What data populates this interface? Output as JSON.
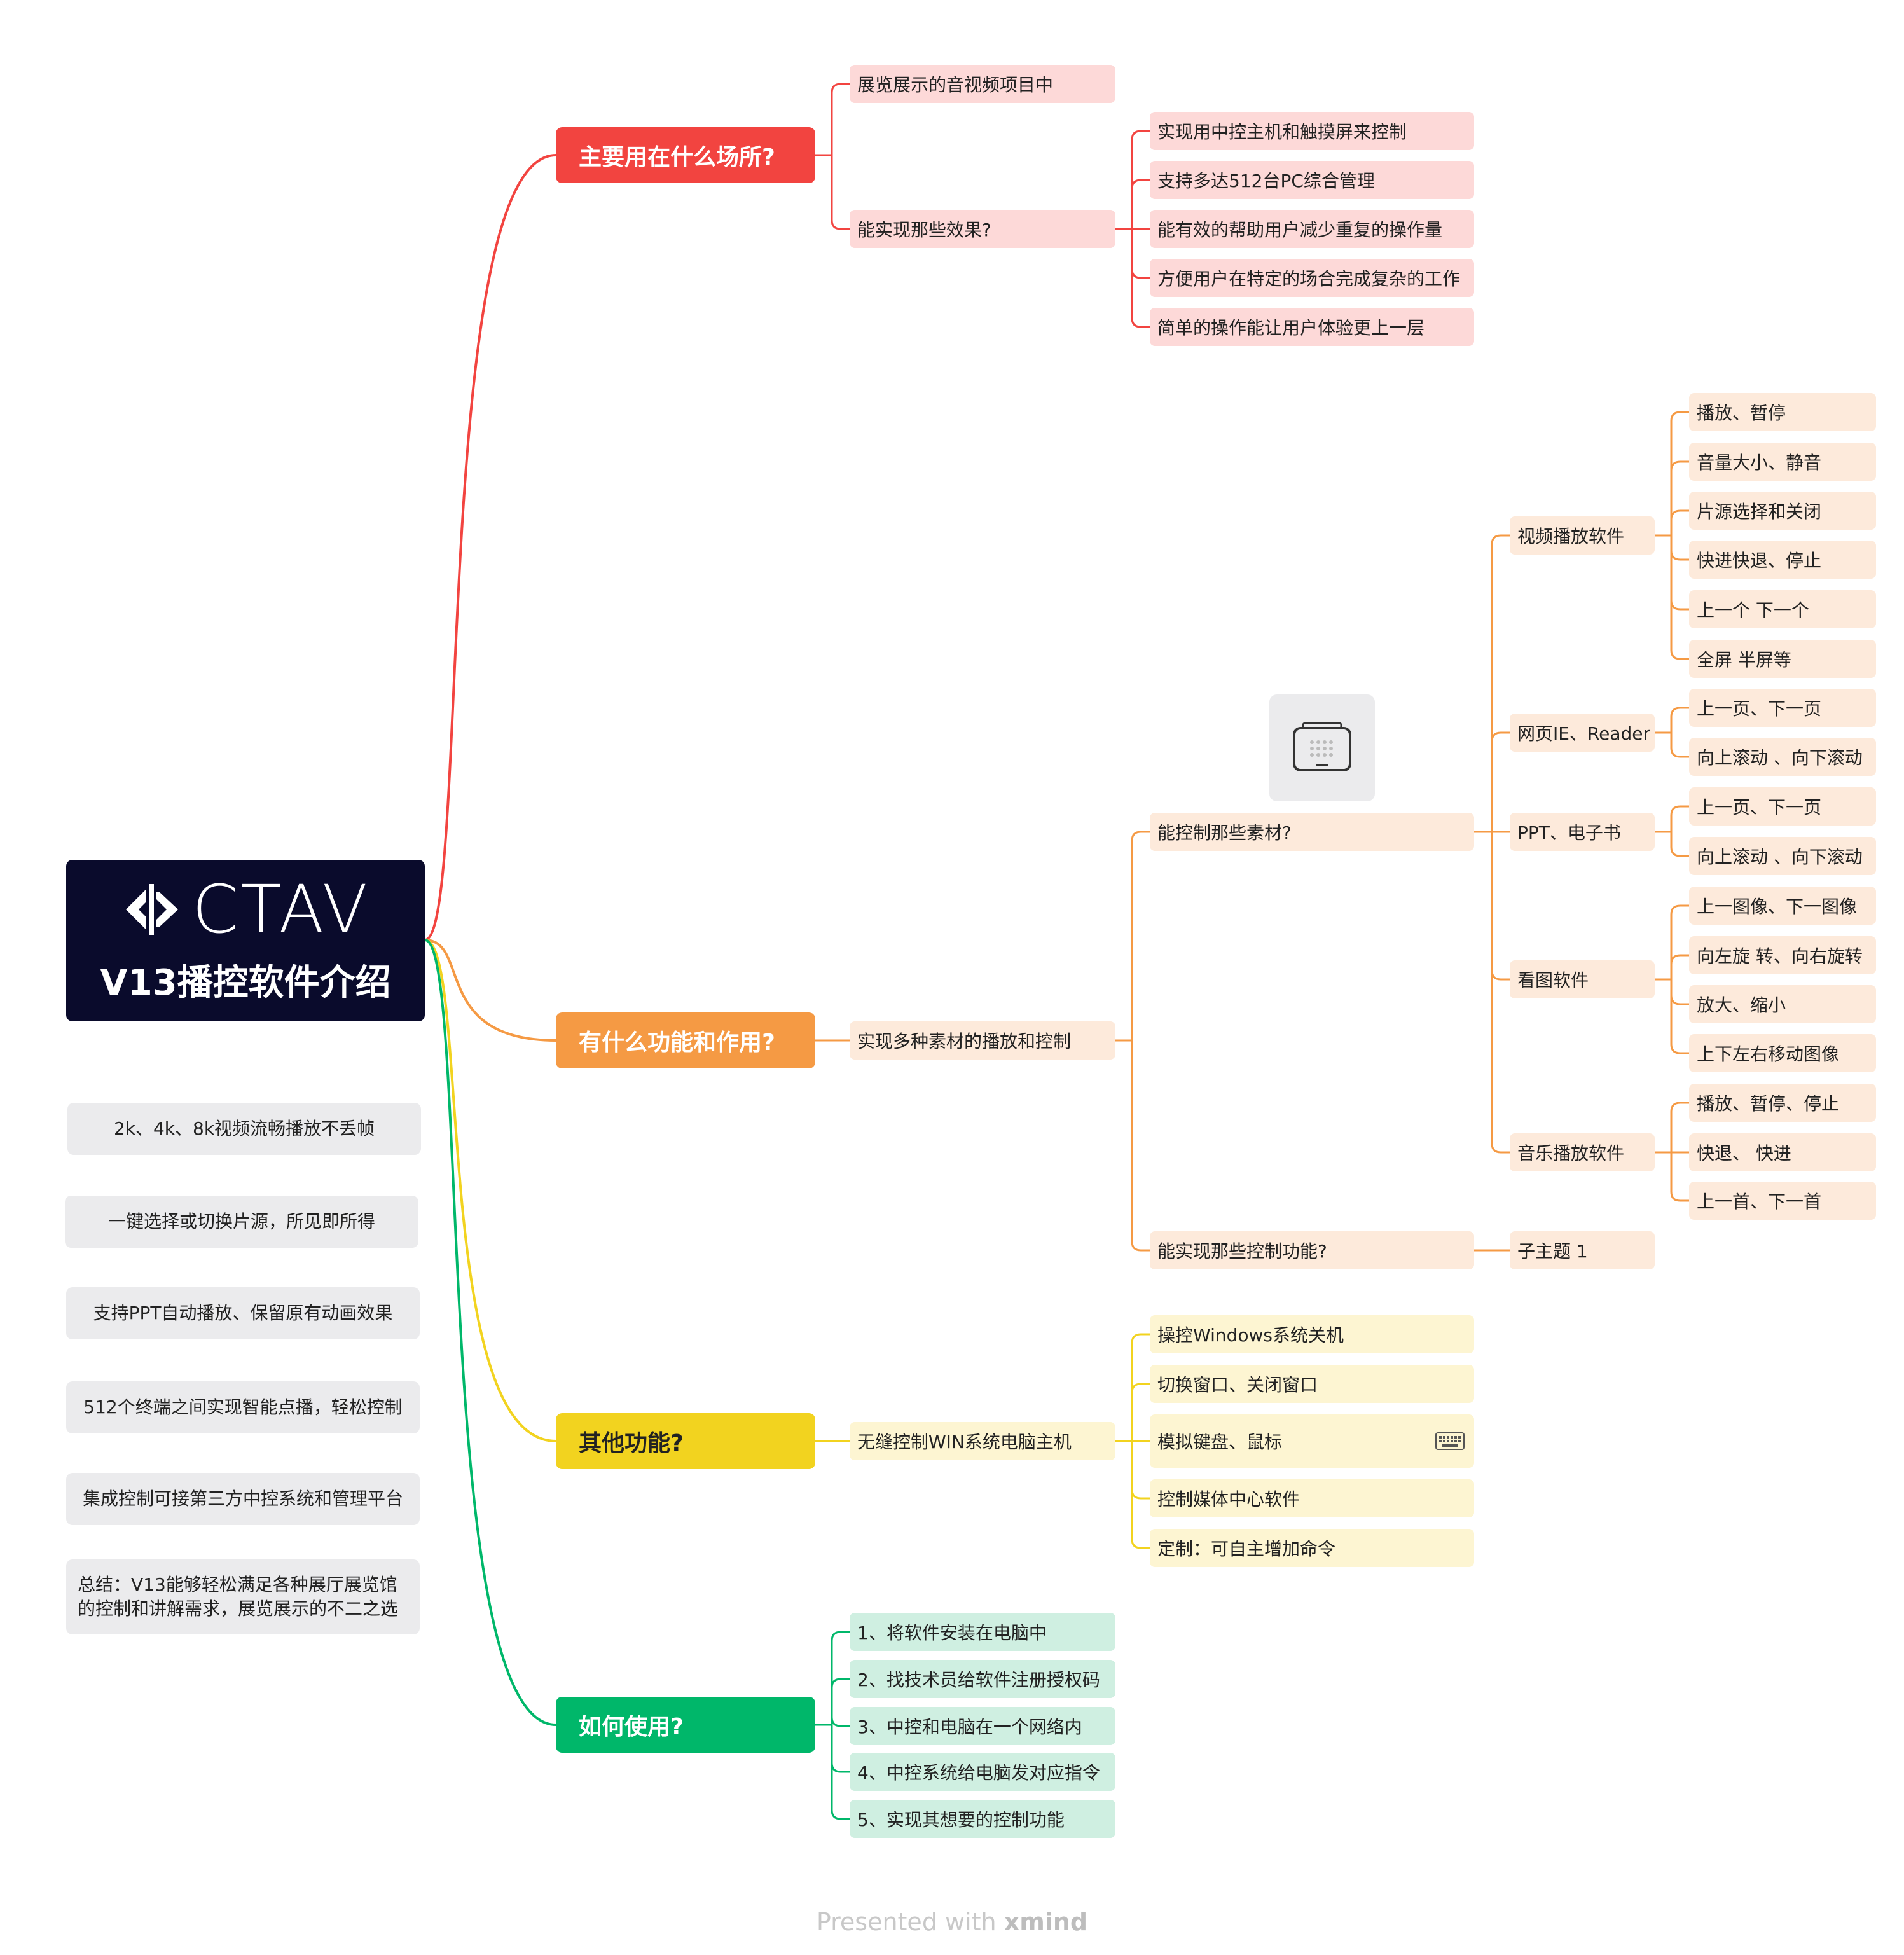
{
  "root": {
    "logo_text": "CTAV",
    "title": "V13播控软件介绍"
  },
  "branches": [
    {
      "label": "主要用在什么场所?",
      "color": "#f24440",
      "children": [
        {
          "label": "展览展示的音视频项目中"
        },
        {
          "label": "能实现那些效果?",
          "children": [
            {
              "label": "实现用中控主机和触摸屏来控制"
            },
            {
              "label": "支持多达512台PC综合管理"
            },
            {
              "label": "能有效的帮助用户减少重复的操作量"
            },
            {
              "label": "方便用户在特定的场合完成复杂的工作"
            },
            {
              "label": "简单的操作能让用户体验更上一层"
            }
          ]
        }
      ]
    },
    {
      "label": "有什么功能和作用?",
      "color": "#f59a44",
      "children": [
        {
          "label": "实现多种素材的播放和控制",
          "children": [
            {
              "label": "能控制那些素材?",
              "children": [
                {
                  "label": "视频播放软件",
                  "children": [
                    {
                      "label": "播放、暂停"
                    },
                    {
                      "label": "音量大小、静音"
                    },
                    {
                      "label": "片源选择和关闭"
                    },
                    {
                      "label": "快进快退、停止"
                    },
                    {
                      "label": "上一个 下一个"
                    },
                    {
                      "label": "全屏 半屏等"
                    }
                  ]
                },
                {
                  "label": "网页IE、Reader",
                  "children": [
                    {
                      "label": "上一页、下一页"
                    },
                    {
                      "label": "向上滚动 、向下滚动"
                    }
                  ]
                },
                {
                  "label": "PPT、电子书",
                  "children": [
                    {
                      "label": "上一页、下一页"
                    },
                    {
                      "label": "向上滚动 、向下滚动"
                    }
                  ]
                },
                {
                  "label": "看图软件",
                  "children": [
                    {
                      "label": "上一图像、下一图像"
                    },
                    {
                      "label": "向左旋 转、向右旋转"
                    },
                    {
                      "label": "放大、缩小"
                    },
                    {
                      "label": "上下左右移动图像"
                    }
                  ]
                },
                {
                  "label": "音乐播放软件",
                  "children": [
                    {
                      "label": "播放、暂停、停止"
                    },
                    {
                      "label": "快退、  快进"
                    },
                    {
                      "label": "上一首、下一首"
                    }
                  ]
                }
              ]
            },
            {
              "label": "能实现那些控制功能?",
              "children": [
                {
                  "label": "子主题 1"
                }
              ]
            }
          ]
        }
      ]
    },
    {
      "label": "其他功能?",
      "color": "#f2d31f",
      "children": [
        {
          "label": "无缝控制WIN系统电脑主机",
          "children": [
            {
              "label": "操控Windows系统关机"
            },
            {
              "label": "切换窗口、关闭窗口"
            },
            {
              "label": "模拟键盘、鼠标",
              "icon": "keyboard-icon"
            },
            {
              "label": "控制媒体中心软件"
            },
            {
              "label": "定制：可自主增加命令"
            }
          ]
        }
      ]
    },
    {
      "label": "如何使用?",
      "color": "#00b76a",
      "children": [
        {
          "label": "1、将软件安装在电脑中"
        },
        {
          "label": "2、找技术员给软件注册授权码"
        },
        {
          "label": "3、中控和电脑在一个网络内"
        },
        {
          "label": "4、中控系统给电脑发对应指令"
        },
        {
          "label": "5、实现其想要的控制功能"
        }
      ]
    }
  ],
  "floating_topics": [
    {
      "label": "2k、4k、8k视频流畅播放不丢帧"
    },
    {
      "label": "一键选择或切换片源，所见即所得"
    },
    {
      "label": "支持PPT自动播放、保留原有动画效果"
    },
    {
      "label": "512个终端之间实现智能点播，轻松控制"
    },
    {
      "label": "集成控制可接第三方中控系统和管理平台"
    },
    {
      "label": "总结：V13能够轻松满足各种展厅展览馆的控制和讲解需求，展览展示的不二之选"
    }
  ],
  "image_icon": "tablet-icon",
  "footer": {
    "prefix": "Presented with",
    "brand": "xmind"
  }
}
